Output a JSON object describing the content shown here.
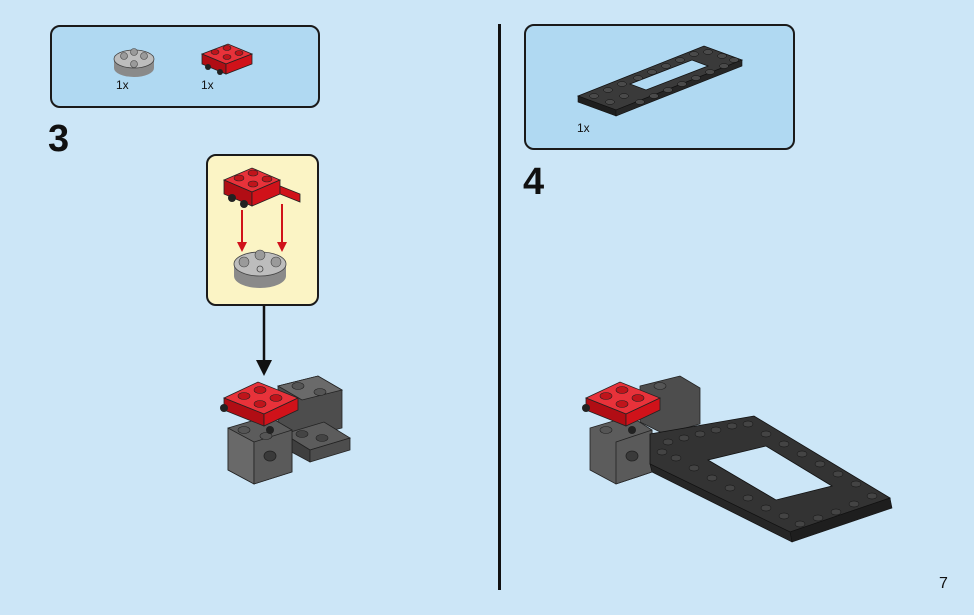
{
  "step3": {
    "number": "3",
    "parts": [
      {
        "qty": "1x",
        "icon": "round-plate-light-gray-icon"
      },
      {
        "qty": "1x",
        "icon": "red-wheel-holder-plate-icon"
      }
    ],
    "callout_icon": "attach-red-plate-to-round-plate-icon",
    "arrow_icon": "down-arrow-icon",
    "result_icon": "red-and-gray-assembly-icon"
  },
  "step4": {
    "number": "4",
    "parts": [
      {
        "qty": "1x",
        "icon": "black-frame-plate-icon"
      }
    ],
    "result_icon": "assembly-with-black-frame-icon"
  },
  "page_number": "7",
  "colors": {
    "background": "#cce6f7",
    "panel": "#b0d9f2",
    "callout": "#fbf4c5",
    "brick_red": "#d0121a",
    "brick_black": "#2e2e2e",
    "brick_dark_gray": "#5c5c5c",
    "brick_light_gray": "#a9a9a9"
  }
}
